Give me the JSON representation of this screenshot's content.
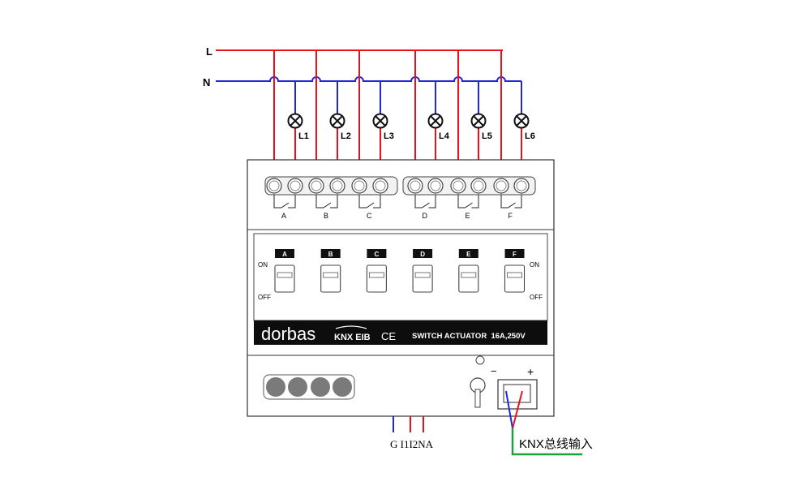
{
  "supply": {
    "live_label": "L",
    "neutral_label": "N",
    "live_color": "#e8101b",
    "neutral_color": "#1f27d6"
  },
  "loads": [
    {
      "label": "L1"
    },
    {
      "label": "L2"
    },
    {
      "label": "L3"
    },
    {
      "label": "L4"
    },
    {
      "label": "L5"
    },
    {
      "label": "L6"
    }
  ],
  "relays": [
    {
      "label": "A"
    },
    {
      "label": "B"
    },
    {
      "label": "C"
    },
    {
      "label": "D"
    },
    {
      "label": "E"
    },
    {
      "label": "F"
    }
  ],
  "channel_buttons": [
    {
      "label": "A"
    },
    {
      "label": "B"
    },
    {
      "label": "C"
    },
    {
      "label": "D"
    },
    {
      "label": "E"
    },
    {
      "label": "F"
    }
  ],
  "switch_states": {
    "on": "ON",
    "off": "OFF"
  },
  "device": {
    "brand": "dorbas",
    "bus_logo": "KNX EIB",
    "ce_mark": "CE",
    "model_text": "SWITCH ACTUATOR  16A,250V"
  },
  "bus": {
    "minus": "−",
    "plus": "+",
    "input_label": "KNX总线输入",
    "wire_color": "#1aa33a"
  },
  "inputs": {
    "label": "G I1I2NA"
  }
}
